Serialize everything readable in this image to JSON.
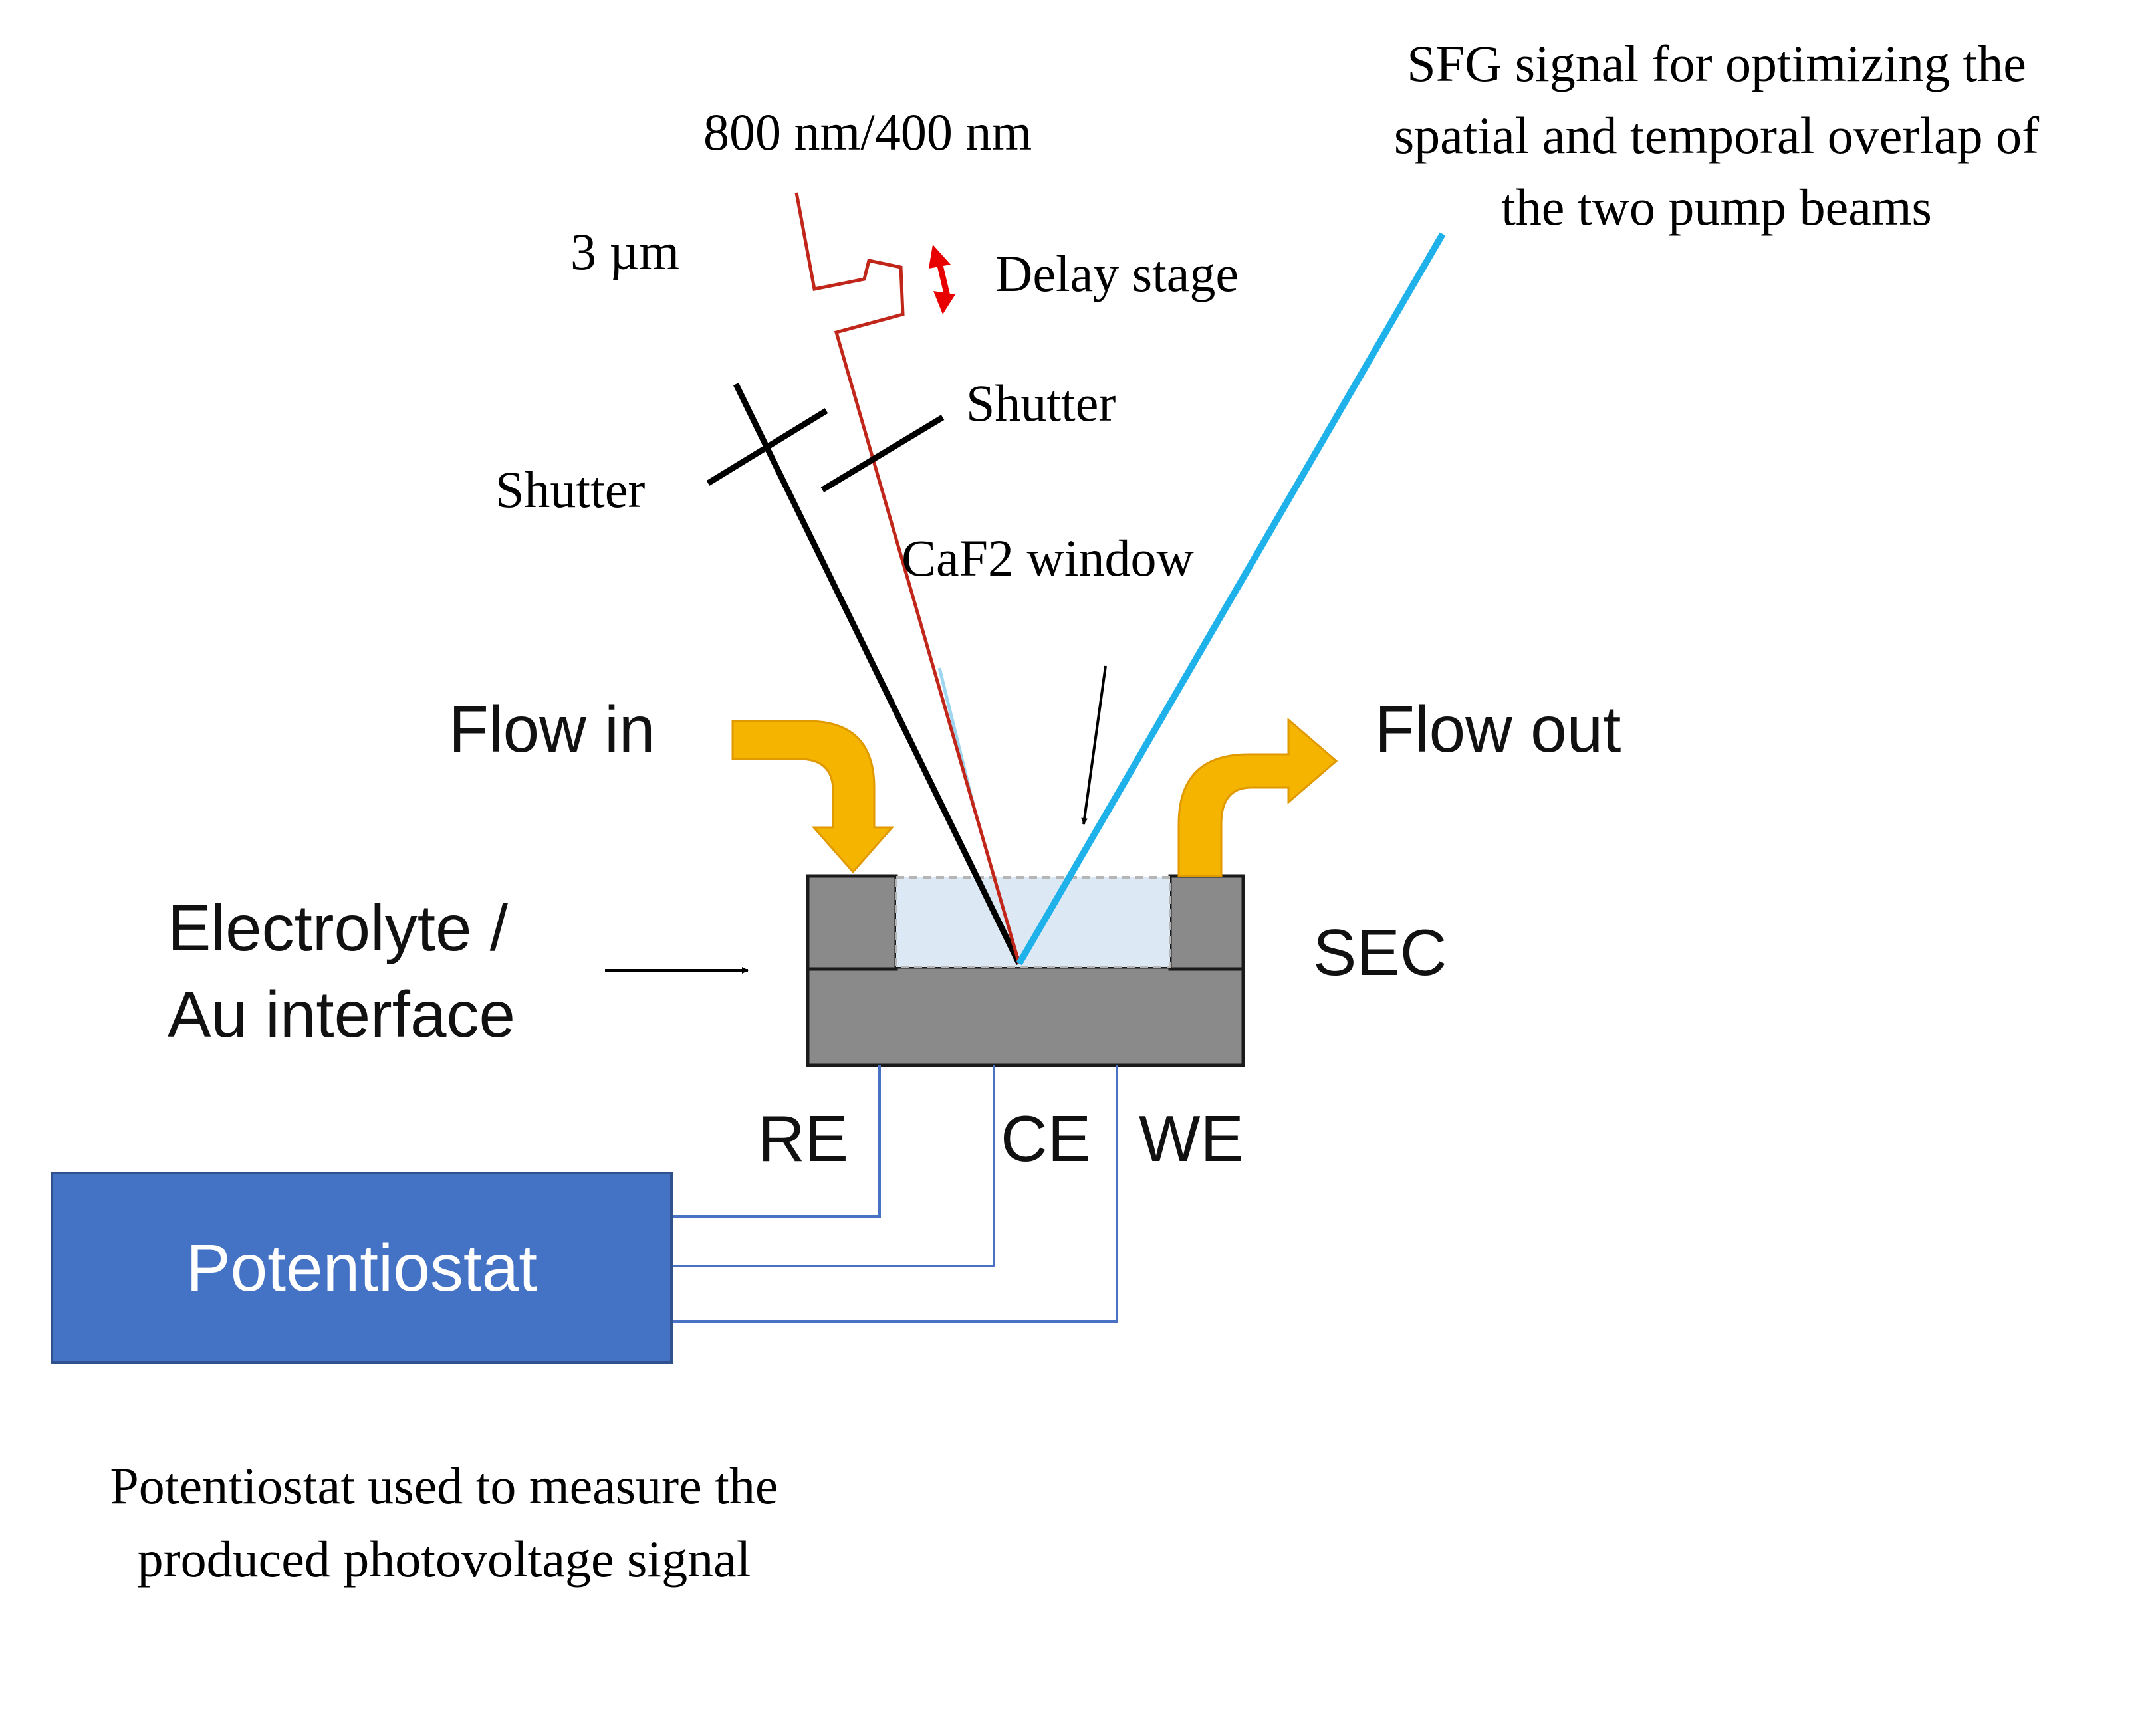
{
  "beams": {
    "pump_label": "800 nm/400 nm",
    "ir_label": "3 µm",
    "delay_stage_label": "Delay stage",
    "shutter_right_label": "Shutter",
    "shutter_left_label": "Shutter",
    "window_label": "CaF2 window",
    "sfg_label_lines": [
      "SFG signal for optimizing the",
      "spatial and temporal overlap of",
      "the two pump beams"
    ]
  },
  "cell": {
    "flow_in_label": "Flow in",
    "flow_out_label": "Flow out",
    "interface_label_lines": [
      "Electrolyte /",
      "Au interface"
    ],
    "cell_label": "SEC",
    "electrodes": {
      "re": "RE",
      "ce": "CE",
      "we": "WE"
    }
  },
  "potentiostat": {
    "label": "Potentiostat",
    "caption_lines": [
      "Potentiostat used to measure the",
      "produced photovoltage signal"
    ]
  },
  "colors": {
    "pump_beam": "#c0261a",
    "ir_beam": "#000000",
    "sfg_beam": "#1fb1ea",
    "arrow_gold": "#f5b400",
    "cell_gray": "#8a8a8a",
    "electrolyte": "#dce9f5",
    "wire_blue": "#4a72c4",
    "potentiostat_fill": "#4472c4",
    "delay_arrow": "#e80000"
  }
}
